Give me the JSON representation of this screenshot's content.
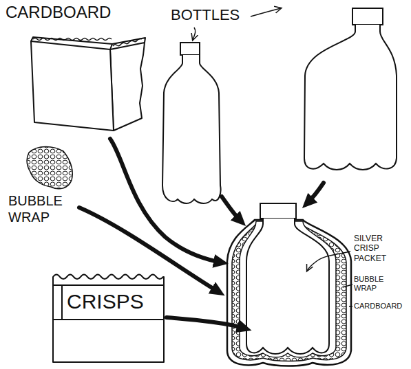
{
  "diagram": {
    "nodes": [
      {
        "text": [
          "CRISPS"
        ]
      }
    ],
    "labels": [
      "CARDBOARD",
      "BOTTLES",
      "BUBBLE WRAP",
      "SILVER CRISP PACKET",
      "BUBBLE WRAP",
      "CARDBOARD"
    ]
  }
}
